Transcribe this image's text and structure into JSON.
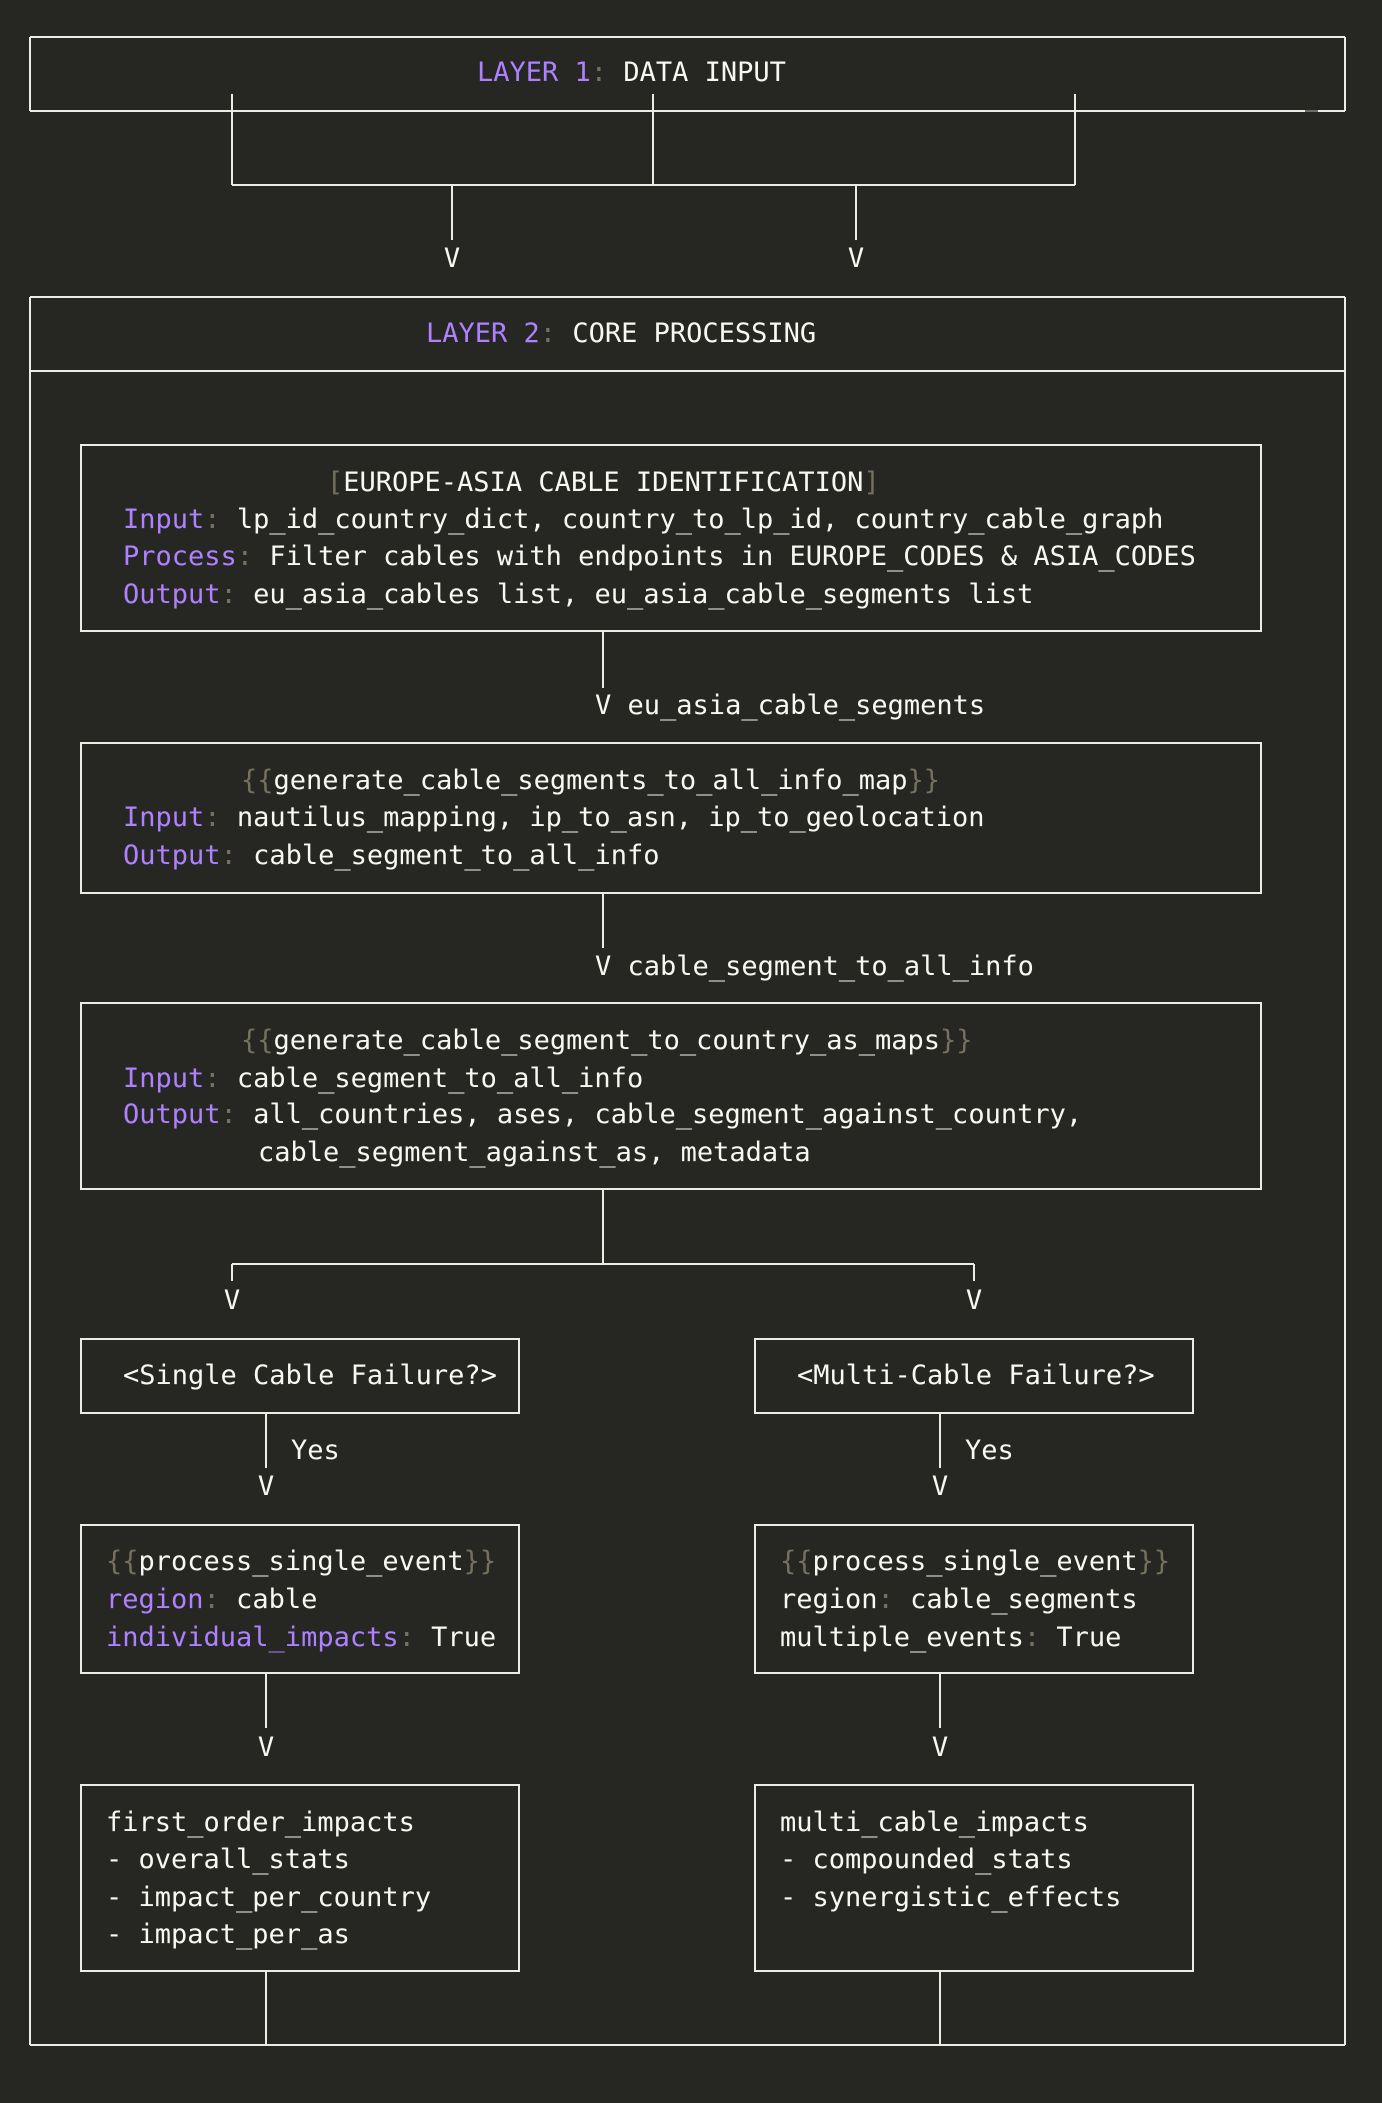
{
  "layer1": {
    "label": "LAYER 1",
    "sep": ":",
    "title": "DATA INPUT"
  },
  "arrow_glyph": "V",
  "layer2": {
    "label": "LAYER 2",
    "sep": ":",
    "title": "CORE PROCESSING"
  },
  "box_identify": {
    "open": "[",
    "title": "EUROPE-ASIA CABLE IDENTIFICATION",
    "close": "]",
    "input_key": "Input",
    "input_val": "lp_id_country_dict, country_to_lp_id, country_cable_graph",
    "process_key": "Process",
    "process_val": "Filter cables with endpoints in EUROPE_CODES & ASIA_CODES",
    "output_key": "Output",
    "output_val": "eu_asia_cables list, eu_asia_cable_segments list"
  },
  "edge1_label": "eu_asia_cable_segments",
  "box_info_map": {
    "open": "{{",
    "title": "generate_cable_segments_to_all_info_map",
    "close": "}}",
    "input_key": "Input",
    "input_val": "nautilus_mapping, ip_to_asn, ip_to_geolocation",
    "output_key": "Output",
    "output_val": "cable_segment_to_all_info"
  },
  "edge2_label": "cable_segment_to_all_info",
  "box_country_as": {
    "open": "{{",
    "title": "generate_cable_segment_to_country_as_maps",
    "close": "}}",
    "input_key": "Input",
    "input_val": "cable_segment_to_all_info",
    "output_key": "Output",
    "output_val_1": "all_countries, ases, cable_segment_against_country,",
    "output_val_2": "cable_segment_against_as, metadata"
  },
  "decision_single": "<Single Cable Failure?>",
  "decision_multi": "<Multi-Cable Failure?>",
  "yes_label": "Yes",
  "box_single_event": {
    "open": "{{",
    "title": "process_single_event",
    "close": "}}",
    "k1": "region",
    "v1": "cable",
    "k2": "individual_impacts",
    "v2": "True"
  },
  "box_multi_event": {
    "open": "{{",
    "title": "process_single_event",
    "close": "}}",
    "k1": "region",
    "v1": "cable_segments",
    "k2": "multiple_events",
    "v2": "True"
  },
  "box_first_order": {
    "title": "first_order_impacts",
    "items": [
      "- overall_stats",
      "- impact_per_country",
      "- impact_per_as"
    ]
  },
  "box_multi_impacts": {
    "title": "multi_cable_impacts",
    "items": [
      "- compounded_stats",
      "- synergistic_effects"
    ]
  },
  "colors": {
    "background": "#262622",
    "keyword": "#ae81ff",
    "punct": "#75715e",
    "text": "#f8f8f2",
    "line": "#ecece6"
  }
}
